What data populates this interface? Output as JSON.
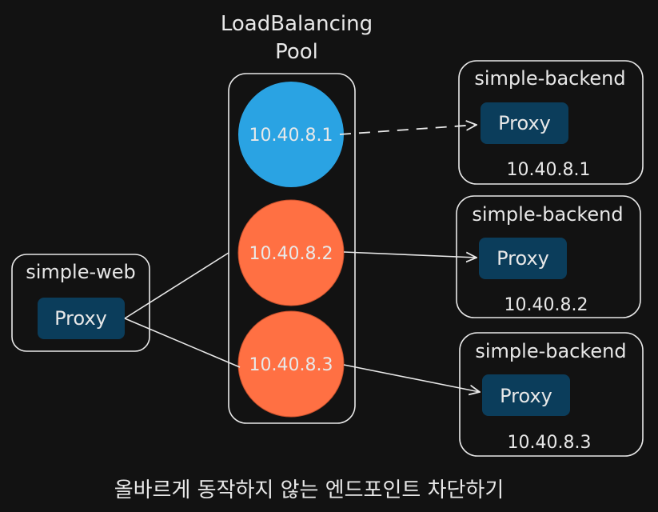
{
  "pool": {
    "title_line1": "LoadBalancing",
    "title_line2": "Pool",
    "endpoints": [
      {
        "ip": "10.40.8.1",
        "color": "#2aa3e3",
        "state": "blocked"
      },
      {
        "ip": "10.40.8.2",
        "color": "#ff7043",
        "state": "active"
      },
      {
        "ip": "10.40.8.3",
        "color": "#ff7043",
        "state": "active"
      }
    ]
  },
  "client": {
    "name": "simple-web",
    "proxy_label": "Proxy"
  },
  "backends": [
    {
      "name": "simple-backend",
      "proxy_label": "Proxy",
      "ip": "10.40.8.1"
    },
    {
      "name": "simple-backend",
      "proxy_label": "Proxy",
      "ip": "10.40.8.2"
    },
    {
      "name": "simple-backend",
      "proxy_label": "Proxy",
      "ip": "10.40.8.3"
    }
  ],
  "caption": "올바르게 동작하지 않는 엔드포인트 차단하기",
  "colors": {
    "background": "#121212",
    "stroke": "#e8e8e8",
    "proxy_fill": "#0b3d5b",
    "blocked_endpoint": "#2aa3e3",
    "active_endpoint": "#ff7043"
  }
}
